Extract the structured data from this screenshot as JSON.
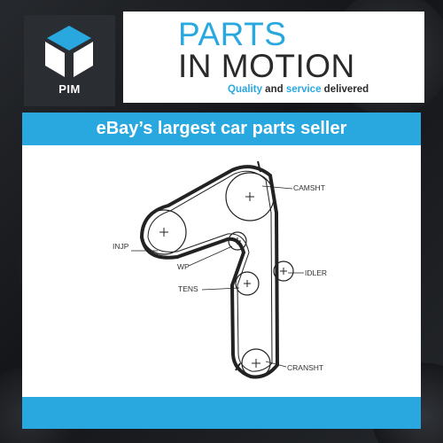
{
  "logo": {
    "text": "PIM"
  },
  "brand": {
    "line1": "PARTS",
    "line2": "IN MOTION",
    "tagline": {
      "part1": "Quality",
      "part2": " and ",
      "part3": "service",
      "part4": " delivered"
    }
  },
  "banner": {
    "text": "eBay’s largest car parts seller"
  },
  "diagram": {
    "labels": {
      "camshaft": "CAMSHT",
      "injection_pump": "INJP",
      "water_pump": "WP",
      "idler": "IDLER",
      "tensioner": "TENS",
      "crankshaft": "CRANSHT"
    }
  },
  "colors": {
    "accent": "#29a8df",
    "dark": "#2a2a2a",
    "logo_blue": "#29a8df"
  }
}
